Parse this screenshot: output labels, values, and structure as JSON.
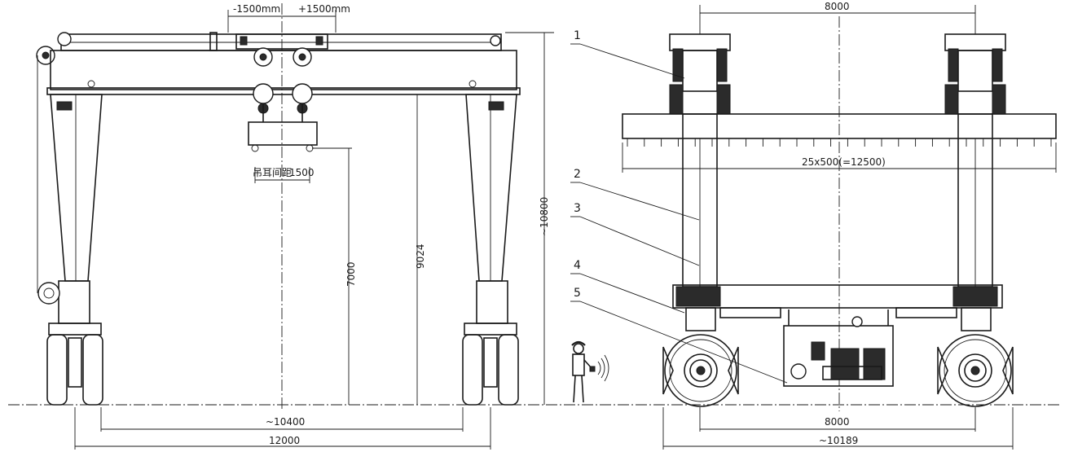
{
  "dimensions": {
    "trolley_left": "-1500mm",
    "trolley_right": "+1500mm",
    "top_span_right": "8000",
    "lifting_lug_label": "吊耳间距",
    "lifting_lug_value": "1500",
    "height_overall": "~10800",
    "height_lift": "9024",
    "height_clear": "7000",
    "inner_span": "~10400",
    "overall_span": "12000",
    "beam_grid": "25x500(=12500)",
    "wheel_base": "8000",
    "overall_length": "~10189"
  },
  "part_labels": [
    "1",
    "2",
    "3",
    "4",
    "5"
  ]
}
